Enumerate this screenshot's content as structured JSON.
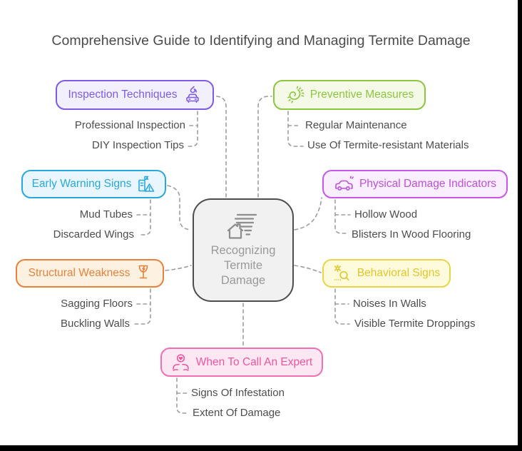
{
  "title": "Comprehensive Guide to Identifying and Managing Termite Damage",
  "center": {
    "label": "Recognizing Termite Damage",
    "icon": "house-report-icon",
    "fill": "#F1F1F1",
    "border": "#4D4D4D",
    "text_color": "#9A9A9A"
  },
  "connector_color": "#9E9E9E",
  "edge_bar_color": "#000000",
  "branches": [
    {
      "label": "Inspection Techniques",
      "icon": "car-flame-icon",
      "icon_side": "right",
      "color": "#7C5CE8",
      "fill": "#F3F0FE",
      "items": [
        "Professional Inspection",
        "DIY Inspection Tips"
      ]
    },
    {
      "label": "Preventive Measures",
      "icon": "termite-icon",
      "icon_side": "left",
      "color": "#8CC63E",
      "fill": "#F5FAE8",
      "items": [
        "Regular Maintenance",
        "Use Of Termite-resistant Materials"
      ]
    },
    {
      "label": "Early Warning Signs",
      "icon": "building-warning-icon",
      "icon_side": "right",
      "color": "#29A8E0",
      "fill": "#E9F6FD",
      "items": [
        "Mud Tubes",
        "Discarded Wings"
      ]
    },
    {
      "label": "Physical Damage Indicators",
      "icon": "car-icon",
      "icon_side": "left",
      "color": "#C04FDF",
      "fill": "#FAEFFE",
      "items": [
        "Hollow Wood",
        "Blisters In Wood Flooring"
      ]
    },
    {
      "label": "Structural Weakness",
      "icon": "broken-glass-icon",
      "icon_side": "right",
      "color": "#E8823A",
      "fill": "#FDF1E2",
      "items": [
        "Sagging Floors",
        "Buckling Walls"
      ]
    },
    {
      "label": "Behavioral Signs",
      "icon": "bug-magnifier-icon",
      "icon_side": "left",
      "color": "#E2C52B",
      "fill": "#FEFBDC",
      "items": [
        "Noises In Walls",
        "Visible Termite Droppings"
      ]
    },
    {
      "label": "When To Call An Expert",
      "icon": "hands-heart-icon",
      "icon_side": "left",
      "color": "#F0569E",
      "fill": "#FCE7F3",
      "items": [
        "Signs Of Infestation",
        "Extent Of Damage"
      ]
    }
  ]
}
